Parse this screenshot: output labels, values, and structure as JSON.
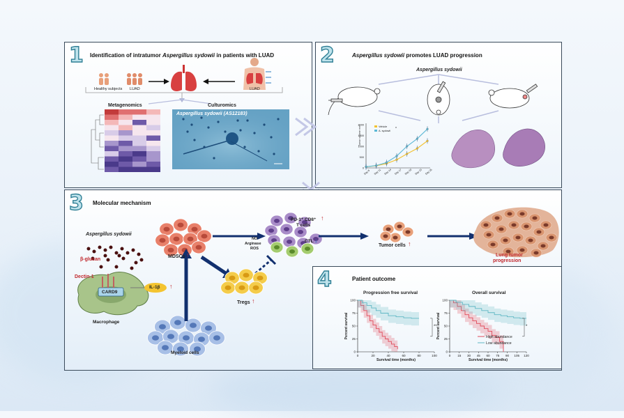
{
  "panel1": {
    "number": "1",
    "title_pre": "Identification of intratumor ",
    "title_species": "Aspergillus sydowii",
    "title_post": " in patients with LUAD",
    "group_healthy": "Healthy subjects",
    "group_luad": "LUAD",
    "group_luad2": "LUAD",
    "metagenomics": "Metagenomics",
    "culturomics": "Culturomics",
    "strain_label": "Aspergillus sydowii (AS12183)"
  },
  "panel2": {
    "number": "2",
    "title_species": "Aspergillus sydowii",
    "title_post": " promotes LUAD progression",
    "species_label": "Aspergillus sydowii",
    "legend": [
      "Vehicle",
      "A. sydowii"
    ],
    "ytick_labels": [
      "2000",
      "1500",
      "1000",
      "500",
      "0"
    ],
    "ylabel": "Tumor volume mm³",
    "xtick_labels": [
      "Day 8",
      "Day 11",
      "Day 14",
      "Day 17",
      "Day 20",
      "Day 23",
      "Day 26"
    ]
  },
  "panel3": {
    "number": "3",
    "title": "Molecular mechanism",
    "species_label": "Aspergillus sydowii",
    "beta_glucan": "β-glucan",
    "dectin": "Dectin-1",
    "card9": "CARD9",
    "il1b": "IL-1β",
    "macrophage": "Macrophage",
    "mdscs": "MDSCs",
    "myeloid": "Myeloid cells",
    "tregs": "Tregs",
    "pd1": "PD-1⁺ CD8⁺",
    "tcells": "T cells",
    "no": "NO",
    "arginase": "Arginase",
    "ros": "ROS",
    "ctl": "CTL",
    "tumor_cells": "Tumor cells",
    "lung_progression_1": "Lung tumor",
    "lung_progression_2": "progression"
  },
  "panel4": {
    "number": "4",
    "title": "Patient outcome",
    "legend": [
      "High abundance",
      "Low abundance"
    ],
    "colors": {
      "high": "#e04a5a",
      "low": "#5fb7c4"
    }
  },
  "chart_data": [
    {
      "type": "line",
      "title": "",
      "xlabel": "",
      "ylabel": "Tumor volume mm³",
      "categories": [
        "Day 8",
        "Day 11",
        "Day 14",
        "Day 17",
        "Day 20",
        "Day 23",
        "Day 26"
      ],
      "ylim": [
        0,
        2000
      ],
      "series": [
        {
          "name": "Vehicle",
          "color": "#f2c230",
          "values": [
            50,
            100,
            200,
            380,
            650,
            900,
            1250
          ]
        },
        {
          "name": "A. sydowii",
          "color": "#5bb8d6",
          "values": [
            50,
            110,
            250,
            550,
            1000,
            1350,
            1800
          ]
        }
      ],
      "significance": "*"
    },
    {
      "type": "line",
      "title": "Progression free survival",
      "xlabel": "Survival time (months)",
      "ylabel": "Percent survival",
      "xlim": [
        0,
        100
      ],
      "ylim": [
        0,
        100
      ],
      "xticks": [
        0,
        20,
        40,
        60,
        80,
        100
      ],
      "yticks": [
        0,
        25,
        50,
        75,
        100
      ],
      "series": [
        {
          "name": "High abundance",
          "x": [
            0,
            4,
            8,
            12,
            16,
            20,
            24,
            28,
            32,
            36,
            40,
            44,
            48,
            52
          ],
          "y": [
            100,
            90,
            80,
            70,
            60,
            52,
            45,
            38,
            30,
            25,
            20,
            15,
            10,
            5
          ]
        },
        {
          "name": "Low abundance",
          "x": [
            0,
            6,
            12,
            18,
            24,
            30,
            40,
            50,
            60,
            70,
            80
          ],
          "y": [
            100,
            95,
            90,
            85,
            80,
            75,
            70,
            68,
            66,
            65,
            65
          ]
        }
      ],
      "significance": "**"
    },
    {
      "type": "line",
      "title": "Overall survival",
      "xlabel": "Survival time (months)",
      "ylabel": "Percent survival",
      "xlim": [
        0,
        120
      ],
      "ylim": [
        0,
        100
      ],
      "xticks": [
        0,
        15,
        30,
        45,
        60,
        75,
        90,
        105,
        120
      ],
      "yticks": [
        0,
        25,
        50,
        75,
        100
      ],
      "series": [
        {
          "name": "High abundance",
          "x": [
            0,
            6,
            12,
            18,
            24,
            30,
            36,
            42,
            48,
            54,
            60,
            66,
            72,
            78,
            84
          ],
          "y": [
            100,
            95,
            88,
            80,
            72,
            66,
            60,
            55,
            50,
            45,
            40,
            32,
            28,
            20,
            0
          ]
        },
        {
          "name": "Low abundance",
          "x": [
            0,
            10,
            20,
            30,
            40,
            50,
            60,
            70,
            80,
            90,
            100,
            110,
            120
          ],
          "y": [
            100,
            96,
            92,
            88,
            84,
            80,
            76,
            72,
            70,
            68,
            66,
            65,
            65
          ]
        }
      ],
      "significance": "*"
    }
  ]
}
